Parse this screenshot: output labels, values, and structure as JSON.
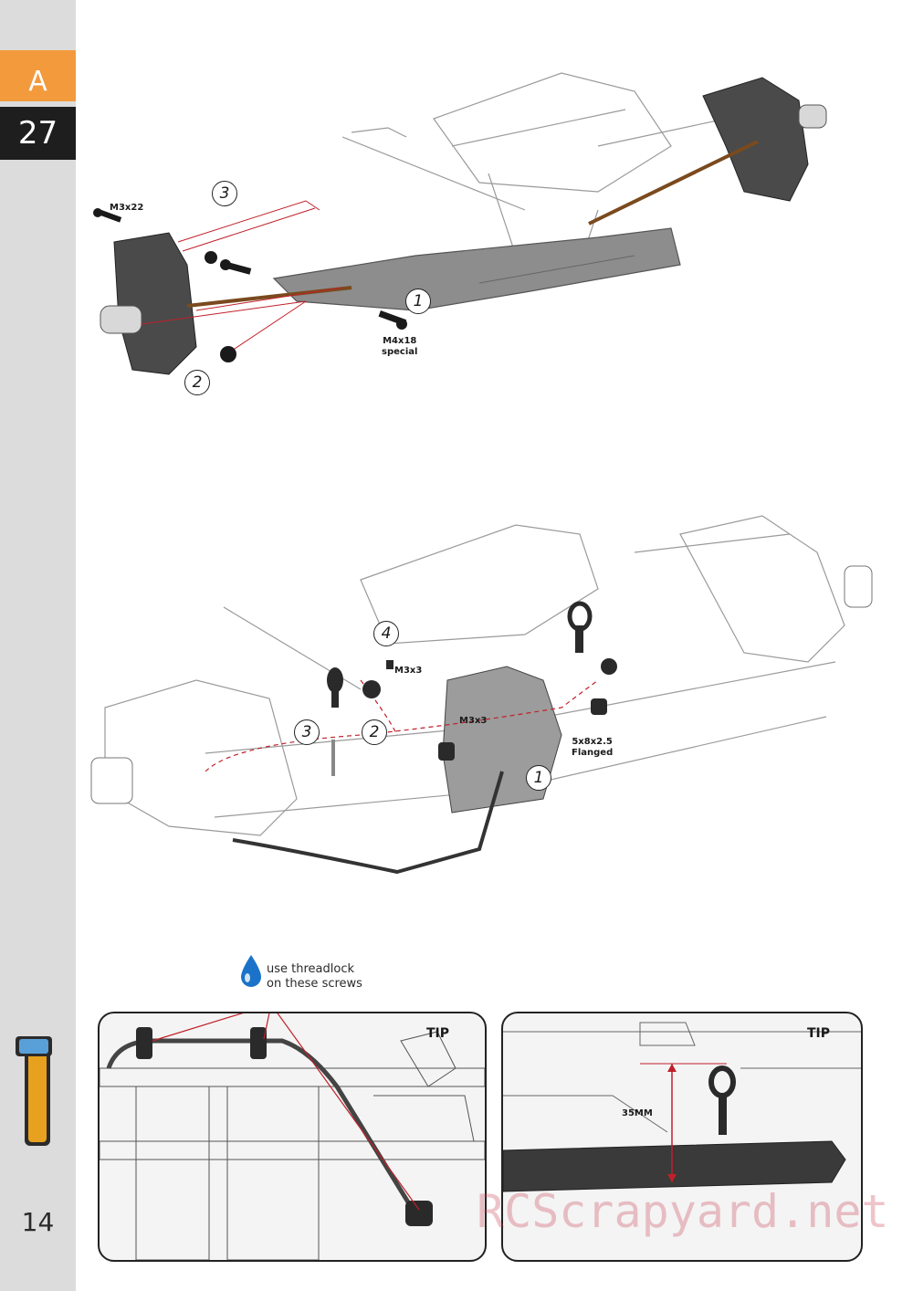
{
  "sidebar": {
    "section": "A",
    "step": "27",
    "page_number": "14",
    "colors": {
      "section_tab": "#f39a3c",
      "step_tab": "#1e1e1e",
      "bar": "#dcdcdc"
    }
  },
  "top_drawing": {
    "callouts": {
      "screw_m3x22": "M3x22",
      "screw_m4x18": "M4x18",
      "screw_m4x18_note": "special"
    },
    "steps": [
      "1",
      "2",
      "3"
    ]
  },
  "middle_drawing": {
    "callouts": {
      "m3x3_a": "M3x3",
      "m3x3_b": "M3x3",
      "bearing": "5x8x2.5",
      "bearing_note": "Flanged"
    },
    "steps": [
      "1",
      "2",
      "3",
      "4"
    ]
  },
  "threadlock": {
    "line1": "use threadlock",
    "line2": "on these screws",
    "icon": "droplet-icon",
    "color": "#1a73c8"
  },
  "tips": [
    {
      "label": "TIP"
    },
    {
      "label": "TIP",
      "measure": "35MM"
    }
  ],
  "watermark": "RCScrapyard.net"
}
